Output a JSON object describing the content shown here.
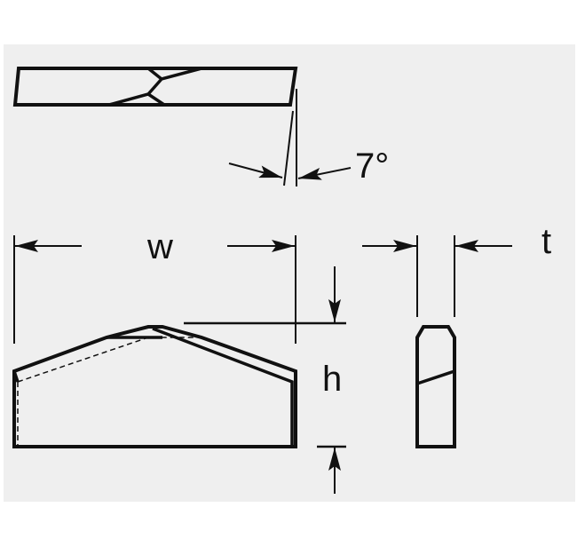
{
  "labels": {
    "angle": "7°",
    "width": "w",
    "height": "h",
    "thickness": "t"
  },
  "colors": {
    "background": "#efefef",
    "ink": "#111111"
  }
}
